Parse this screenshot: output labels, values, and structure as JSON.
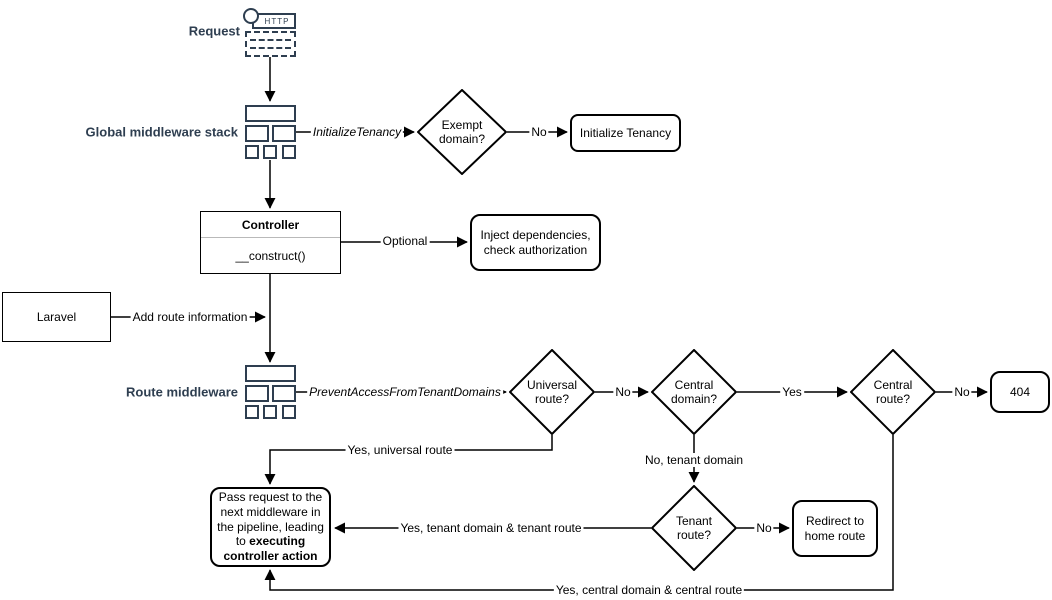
{
  "colors": {
    "accent_navy": "#2e3e50",
    "line_black": "#000000",
    "shape_fill": "#ffffff",
    "divider_gray": "#b9b9b9"
  },
  "side_labels": {
    "request": "Request",
    "global_middleware_stack": "Global middleware stack",
    "route_middleware": "Route middleware"
  },
  "icons": {
    "http_badge": "HTTP"
  },
  "nodes": {
    "exempt_domain": "Exempt domain?",
    "initialize_tenancy": "Initialize Tenancy",
    "controller_title": "Controller",
    "controller_method": "__construct()",
    "inject_dependencies": "Inject dependencies, check authorization",
    "laravel": "Laravel",
    "universal_route": "Universal route?",
    "central_domain": "Central domain?",
    "central_route": "Central route?",
    "not_found": "404",
    "tenant_route": "Tenant route?",
    "redirect_home": "Redirect to home route",
    "pass_request_before": "Pass request to the next middleware in the pipeline, leading to ",
    "pass_request_bold": "executing controller action"
  },
  "edges": {
    "initialize_tenancy_middleware": "InitializeTenancy",
    "exempt_no": "No",
    "optional": "Optional",
    "add_route_information": "Add route information",
    "prevent_access": "PreventAccessFromTenantDomains",
    "universal_no": "No",
    "central_domain_yes": "Yes",
    "central_route_no": "No",
    "tenant_no": "No",
    "yes_universal_route": "Yes, universal route",
    "no_tenant_domain": "No, tenant domain",
    "yes_tenant_domain_route": "Yes, tenant domain & tenant route",
    "yes_central_domain_route": "Yes, central domain & central route"
  }
}
